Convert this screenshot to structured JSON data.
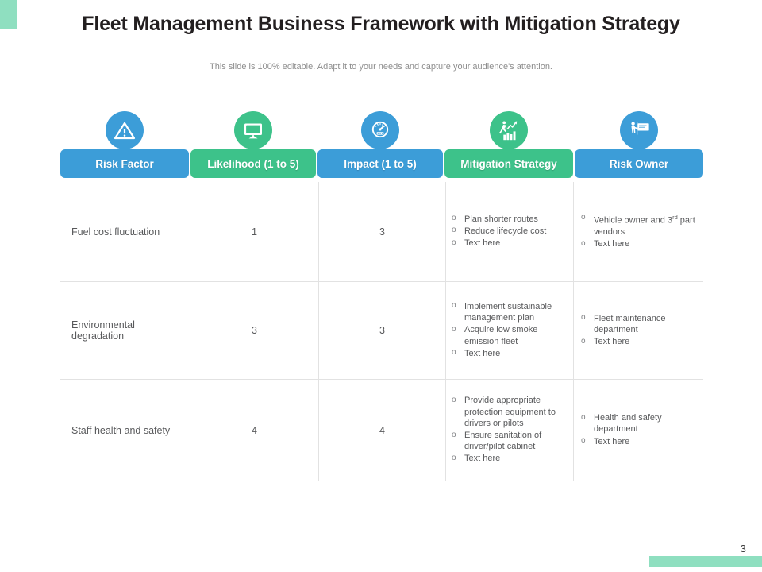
{
  "slide": {
    "title": "Fleet Management Business Framework with Mitigation Strategy",
    "subtitle": "This slide is 100% editable. Adapt it to your needs and capture your audience's attention.",
    "page_number": "3",
    "accent_mint": "#8fdfc0",
    "accent_blue": "#3c9dd8",
    "accent_green": "#3dc28a"
  },
  "table": {
    "columns": [
      {
        "label": "Risk Factor",
        "color": "blue",
        "icon": "warning-triangle-icon"
      },
      {
        "label": "Likelihood (1 to 5)",
        "color": "green",
        "icon": "presentation-screen-icon"
      },
      {
        "label": "Impact (1 to 5)",
        "color": "blue",
        "icon": "speedometer-icon"
      },
      {
        "label": "Mitigation Strategy",
        "color": "green",
        "icon": "growth-chart-person-icon"
      },
      {
        "label": "Risk Owner",
        "color": "blue",
        "icon": "presenter-board-icon"
      }
    ],
    "rows": [
      {
        "risk_factor": "Fuel cost fluctuation",
        "likelihood": "1",
        "impact": "3",
        "mitigation": [
          "Plan shorter routes",
          "Reduce lifecycle cost",
          "Text here"
        ],
        "owner": [
          "Vehicle owner and 3rd part vendors",
          "Text here"
        ],
        "owner_html": [
          "Vehicle owner and 3<sup>rd</sup> part vendors",
          "Text here"
        ]
      },
      {
        "risk_factor": "Environmental degradation",
        "likelihood": "3",
        "impact": "3",
        "mitigation": [
          "Implement sustainable management plan",
          "Acquire low smoke emission fleet",
          "Text here"
        ],
        "owner": [
          "Fleet maintenance department",
          "Text here"
        ],
        "owner_html": [
          "Fleet maintenance department",
          "Text here"
        ]
      },
      {
        "risk_factor": "Staff health and safety",
        "likelihood": "4",
        "impact": "4",
        "mitigation": [
          "Provide appropriate protection equipment to drivers or pilots",
          "Ensure sanitation of driver/pilot cabinet",
          "Text here"
        ],
        "owner": [
          "Health and safety department",
          "Text here"
        ],
        "owner_html": [
          "Health and safety department",
          "Text here"
        ]
      }
    ]
  }
}
